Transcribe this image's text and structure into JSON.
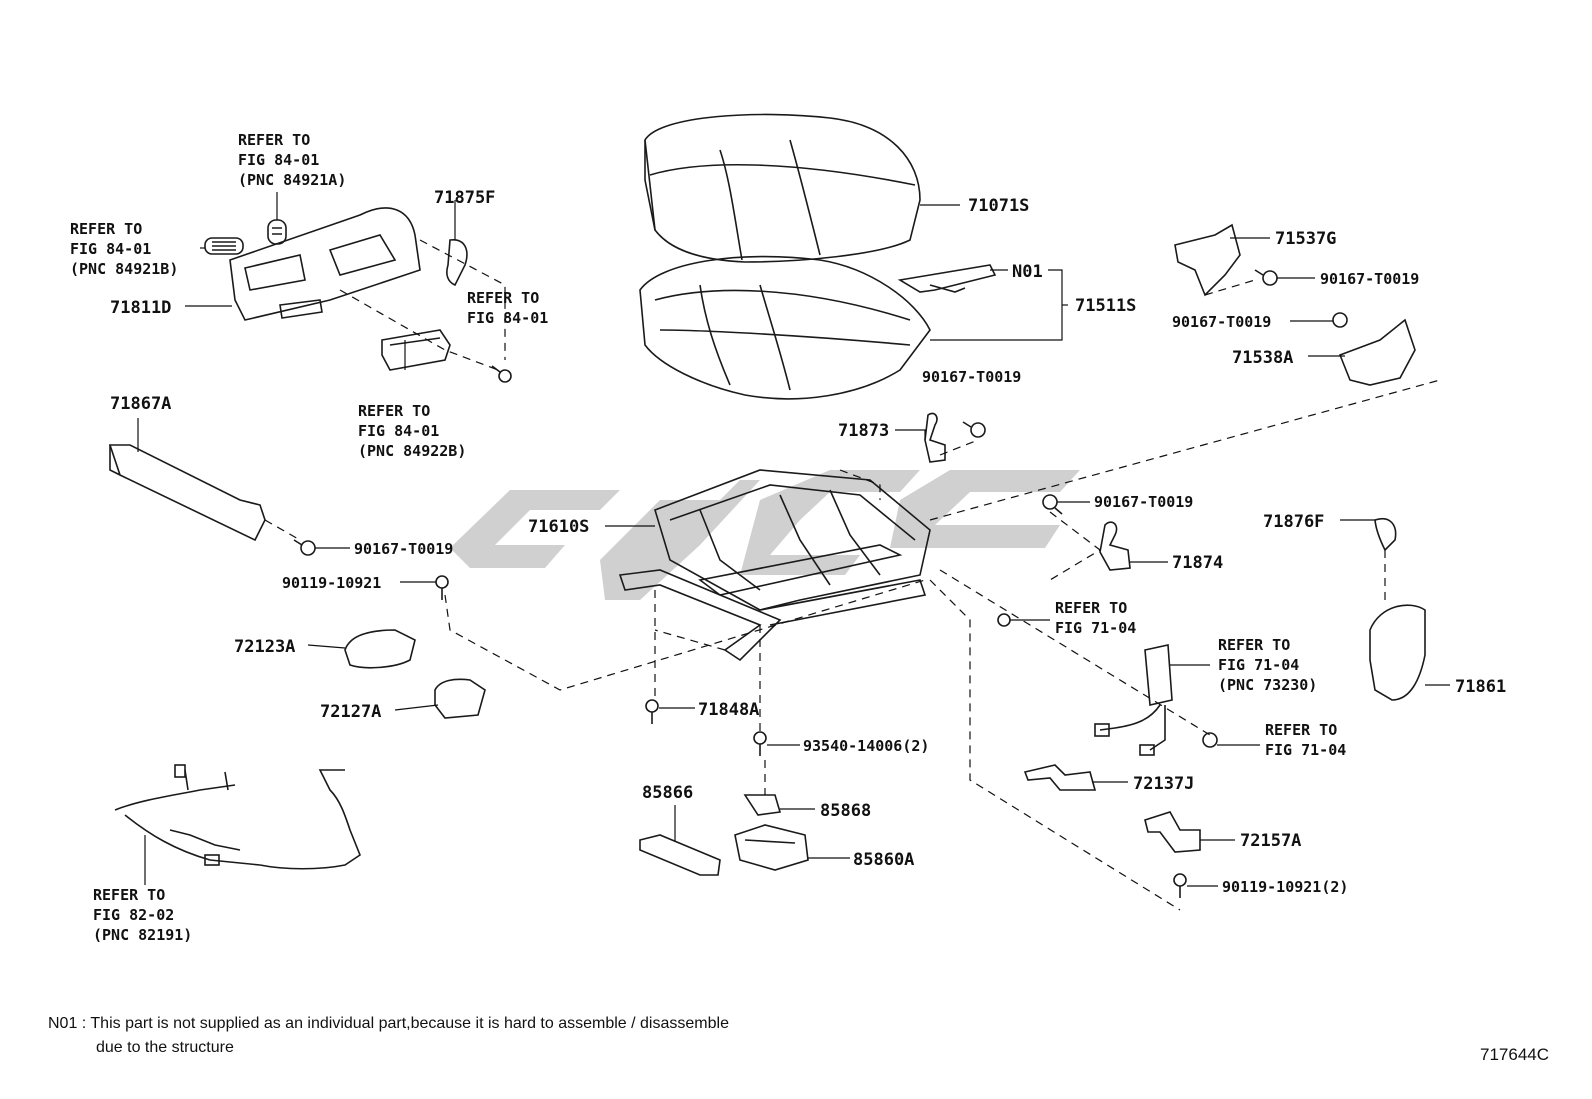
{
  "labels": {
    "p71071S": "71071S",
    "n01": "N01",
    "p71511S": "71511S",
    "p71537G": "71537G",
    "p90167a": "90167-T0019",
    "p90167b": "90167-T0019",
    "p71538A": "71538A",
    "p90167c": "90167-T0019",
    "p71873": "71873",
    "p90167d": "90167-T0019",
    "p71874": "71874",
    "p71876F": "71876F",
    "p71861": "71861",
    "p71875F": "71875F",
    "p71811D": "71811D",
    "p71867A": "71867A",
    "p90167e": "90167-T0019",
    "p90119a": "90119-10921",
    "p71610S": "71610S",
    "p72123A": "72123A",
    "p72127A": "72127A",
    "p71848A": "71848A",
    "p93540": "93540-14006(2)",
    "p85866": "85866",
    "p85868": "85868",
    "p85860A": "85860A",
    "p72137J": "72137J",
    "p72157A": "72157A",
    "p90119b": "90119-10921(2)"
  },
  "refs": {
    "r1": [
      "REFER TO",
      "FIG 84-01",
      "(PNC 84921A)"
    ],
    "r2": [
      "REFER TO",
      "FIG 84-01",
      "(PNC 84921B)"
    ],
    "r3": [
      "REFER TO",
      "FIG 84-01"
    ],
    "r4": [
      "REFER TO",
      "FIG 84-01",
      "(PNC 84922B)"
    ],
    "r5": [
      "REFER TO",
      "FIG 71-04"
    ],
    "r6": [
      "REFER TO",
      "FIG 71-04",
      "(PNC 73230)"
    ],
    "r7": [
      "REFER TO",
      "FIG 71-04"
    ],
    "r8": [
      "REFER TO",
      "FIG 82-02",
      "(PNC 82191)"
    ]
  },
  "footnote": {
    "line1": "N01 : This part is not supplied as an individual part,because it is hard to assemble / disassemble",
    "line2": "due to the structure"
  },
  "drawing_code": "717644C"
}
